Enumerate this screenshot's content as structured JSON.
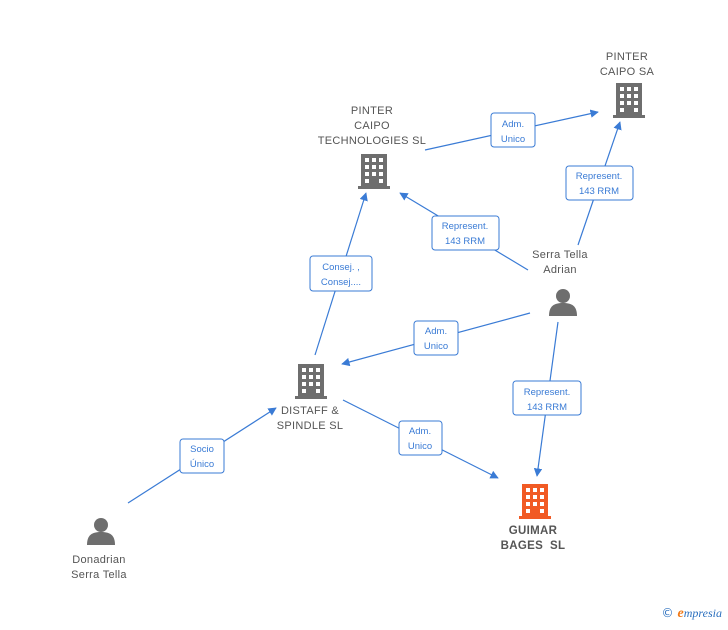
{
  "colors": {
    "edge": "#3a7bd5",
    "node": "#6e6e6e",
    "main": "#f15a24"
  },
  "nodes": {
    "pinter_caipo_tech": {
      "line1": "PINTER",
      "line2": "CAIPO",
      "line3": "TECHNOLOGIES SL",
      "icon": "building-icon"
    },
    "pinter_caipo_sa": {
      "line1": "PINTER",
      "line2": "CAIPO SA",
      "icon": "building-icon"
    },
    "serra_tella_adrian": {
      "line1": "Serra Tella",
      "line2": "Adrian",
      "icon": "person-icon"
    },
    "distaff_spindle": {
      "line1": "DISTAFF &",
      "line2": "SPINDLE SL",
      "icon": "building-icon"
    },
    "guimar_bages": {
      "line1": "GUIMAR",
      "line2": "BAGES  SL",
      "icon": "building-icon"
    },
    "donadrian": {
      "line1": "Donadrian",
      "line2": "Serra Tella",
      "icon": "person-icon"
    }
  },
  "edges": {
    "tech_to_sa": {
      "line1": "Adm.",
      "line2": "Unico"
    },
    "adrian_to_sa": {
      "line1": "Represent.",
      "line2": "143 RRM"
    },
    "adrian_to_tech": {
      "line1": "Represent.",
      "line2": "143 RRM"
    },
    "distaff_to_tech": {
      "line1": "Consej. ,",
      "line2": "Consej...."
    },
    "adrian_to_distaff": {
      "line1": "Adm.",
      "line2": "Unico"
    },
    "adrian_to_guimar": {
      "line1": "Represent.",
      "line2": "143 RRM"
    },
    "distaff_to_guimar": {
      "line1": "Adm.",
      "line2": "Unico"
    },
    "donadrian_to_distaff": {
      "line1": "Socio",
      "line2": "Único"
    }
  },
  "branding": {
    "copyright": "©",
    "initial": "e",
    "rest": "mpresia"
  }
}
